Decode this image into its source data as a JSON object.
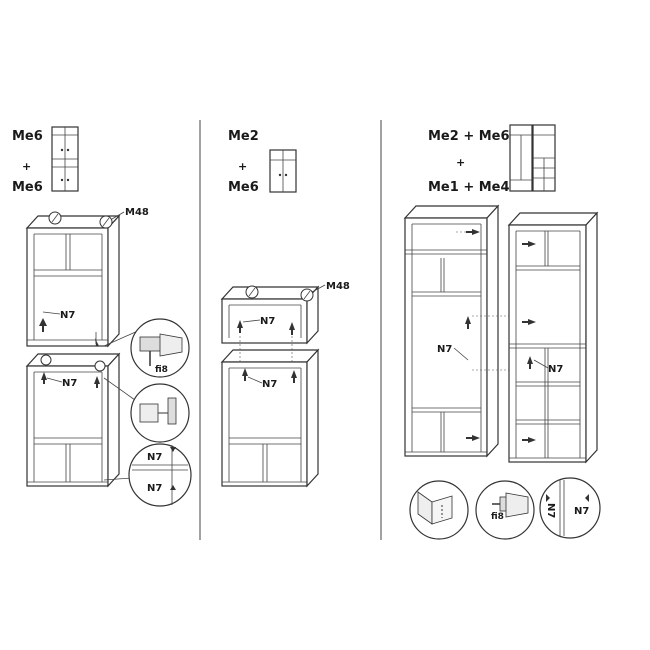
{
  "panel_left": {
    "label_top": "Me6",
    "plus": "+",
    "label_bottom": "Me6",
    "part_m48": "M48",
    "part_n7_upper": "N7",
    "part_n7_lower": "N7",
    "drill_bit": "fi8",
    "detail_n7_a": "N7",
    "detail_n7_b": "N7"
  },
  "panel_middle": {
    "label_top": "Me2",
    "plus": "+",
    "label_bottom": "Me6",
    "part_m48": "M48",
    "part_n7_upper": "N7",
    "part_n7_lower": "N7"
  },
  "panel_right": {
    "label_top": "Me2 + Me6",
    "plus": "+",
    "label_bottom": "Me1 + Me4",
    "part_n7_left": "N7",
    "part_n7_right": "N7",
    "drill_bit": "fi8",
    "detail_n7": "N7"
  }
}
